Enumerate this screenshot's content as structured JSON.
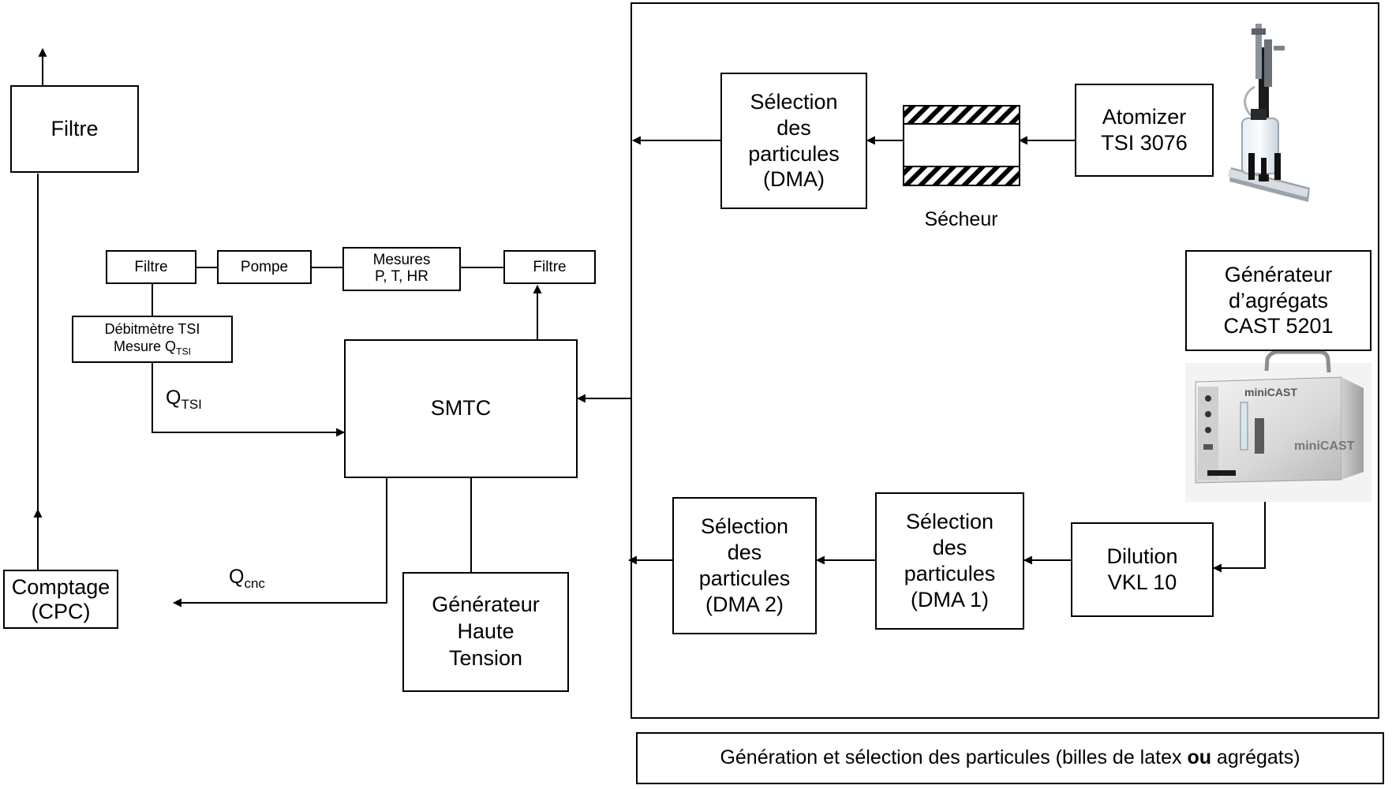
{
  "boxes": {
    "filtre_top": "Filtre",
    "comptage": [
      "Comptage",
      "(CPC)"
    ],
    "filtre_small_left": "Filtre",
    "pompe": "Pompe",
    "mesures": [
      "Mesures",
      "P, T, HR"
    ],
    "filtre_small_right": "Filtre",
    "debitmetre": {
      "line1": "Débitmètre TSI",
      "line2_prefix": "Mesure Q",
      "line2_sub": "TSI"
    },
    "smtc": "SMTC",
    "generateur_ht": [
      "Générateur",
      "Haute",
      "Tension"
    ],
    "selection_dma": [
      "Sélection",
      "des",
      "particules",
      "(DMA)"
    ],
    "atomizer": [
      "Atomizer",
      "TSI 3076"
    ],
    "cast": [
      "Générateur",
      "d’agrégats",
      "CAST 5201"
    ],
    "selection_dma2": [
      "Sélection",
      "des",
      "particules",
      "(DMA 2)"
    ],
    "selection_dma1": [
      "Sélection",
      "des",
      "particules",
      "(DMA 1)"
    ],
    "dilution": [
      "Dilution",
      "VKL 10"
    ]
  },
  "labels": {
    "secheur": "Sécheur",
    "q_tsi": {
      "main": "Q",
      "sub": "TSI"
    },
    "q_cnc": {
      "main": "Q",
      "sub": "cnc"
    }
  },
  "caption": {
    "before": "Génération et sélection des particules (billes de latex ",
    "bold": "ou",
    "after": " agrégats)"
  },
  "images": {
    "atomizer_photo": "atomizer-device-photo",
    "cast_photo": "minicast-generator-photo",
    "cast_brand": "miniCAST"
  }
}
